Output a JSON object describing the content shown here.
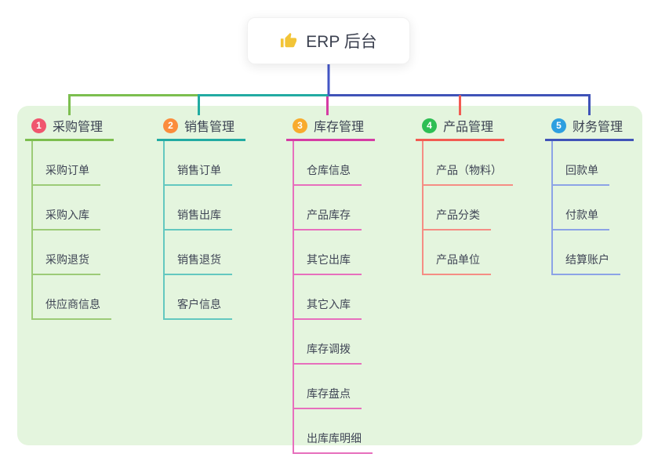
{
  "root": {
    "icon": "thumbs-up",
    "title": "ERP 后台"
  },
  "connectors": {
    "root_line_color": "#4356c6"
  },
  "branches": [
    {
      "number": "1",
      "label": "采购管理",
      "badge_color": "#f0566e",
      "line_color": "#7cbe4f",
      "line_light_color": "#9ccb77",
      "children": [
        "采购订单",
        "采购入库",
        "采购退货",
        "供应商信息"
      ]
    },
    {
      "number": "2",
      "label": "销售管理",
      "badge_color": "#fb8c3c",
      "line_color": "#22aba2",
      "line_light_color": "#63c8c0",
      "children": [
        "销售订单",
        "销售出库",
        "销售退货",
        "客户信息"
      ]
    },
    {
      "number": "3",
      "label": "库存管理",
      "badge_color": "#f8ab2d",
      "line_color": "#d53ca4",
      "line_light_color": "#e76fbd",
      "children": [
        "仓库信息",
        "产品库存",
        "其它出库",
        "其它入库",
        "库存调拨",
        "库存盘点",
        "出库库明细"
      ]
    },
    {
      "number": "4",
      "label": "产品管理",
      "badge_color": "#2ebe54",
      "line_color": "#f25b52",
      "line_light_color": "#f58d84",
      "children": [
        "产品（物料）",
        "产品分类",
        "产品单位"
      ]
    },
    {
      "number": "5",
      "label": "财务管理",
      "badge_color": "#2d9fe0",
      "line_color": "#4053b8",
      "line_light_color": "#8ca3e6",
      "children": [
        "回款单",
        "付款单",
        "结算账户"
      ]
    }
  ]
}
